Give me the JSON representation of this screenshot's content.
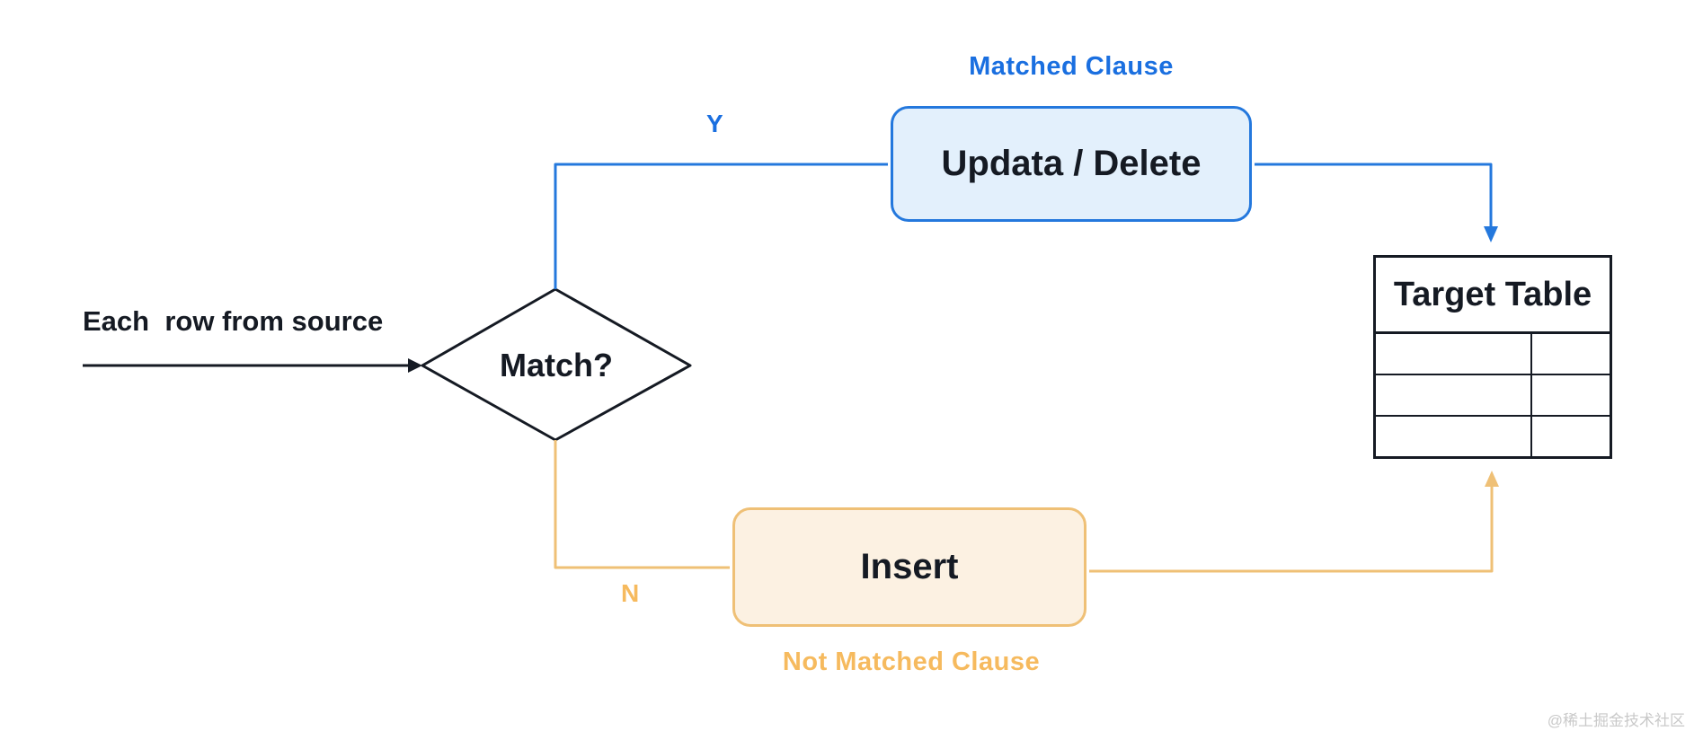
{
  "diagram": {
    "source_label": "Each  row from source",
    "decision": {
      "label": "Match?"
    },
    "matched_branch": {
      "edge_label": "Y",
      "clause_title": "Matched Clause",
      "action_label": "Updata / Delete"
    },
    "not_matched_branch": {
      "edge_label": "N",
      "clause_title": "Not Matched Clause",
      "action_label": "Insert"
    },
    "target_table": {
      "title": "Target Table",
      "data_rows": 3,
      "data_columns": 2
    },
    "watermark": "@稀土掘金技术社区",
    "colors": {
      "matched_accent": "#2478dd",
      "matched_text": "#1a6fe0",
      "matched_fill": "#e3f0fc",
      "not_matched_accent": "#efc076",
      "not_matched_text": "#f6ba5e",
      "not_matched_fill": "#fcf1e2",
      "ink": "#151a23",
      "watermark": "#c9c9c9"
    }
  }
}
